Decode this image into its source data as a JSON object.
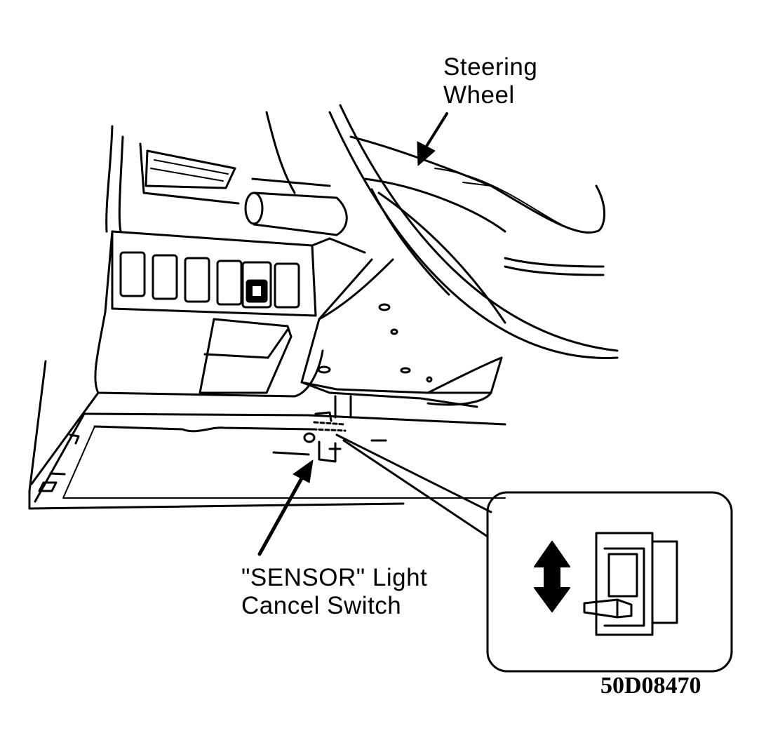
{
  "labels": {
    "steering_wheel": [
      "Steering",
      "Wheel"
    ],
    "sensor_switch": [
      "\"SENSOR\" Light",
      "Cancel Switch"
    ]
  },
  "figure_code": "50D08470",
  "colors": {
    "line": "#000000",
    "background": "#ffffff"
  },
  "icons": {
    "inset_direction": "up-down-double-arrow-icon"
  }
}
